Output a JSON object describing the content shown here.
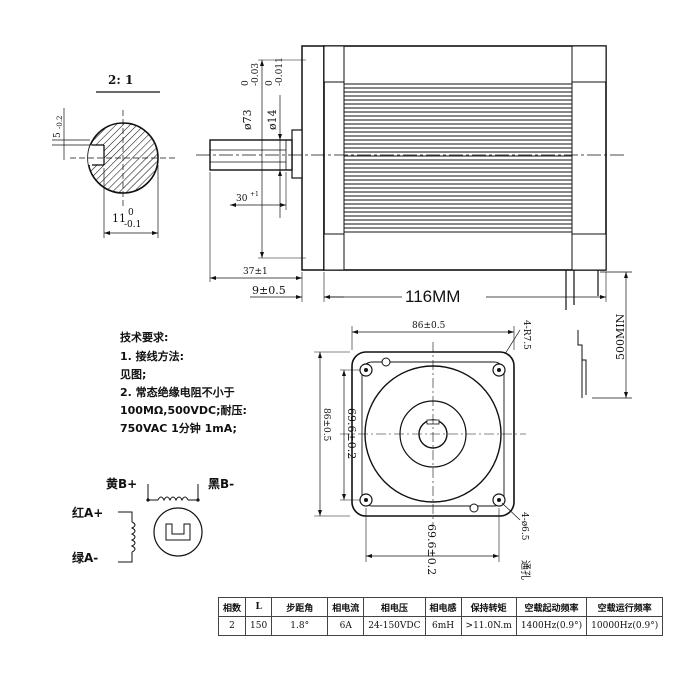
{
  "detail": {
    "scale": "2: 1",
    "keyway_depth": "5",
    "keyway_depth_tol": "-0.2",
    "width_nominal": "11",
    "width_tol_upper": "0",
    "width_tol_lower": "-0.1"
  },
  "side_view": {
    "dia_body": "ø73",
    "dia_body_tol_upper": "0",
    "dia_body_tol_lower": "-0.03",
    "dia_shaft": "ø14",
    "dia_shaft_tol_upper": "0",
    "dia_shaft_tol_lower": "-0.011",
    "flat_len": "30",
    "flat_len_tol": "+1",
    "shaft_len": "37±1",
    "pilot_len": "9±0.5",
    "body_len": "116MM",
    "lead_len": "500MIN"
  },
  "front_view": {
    "width": "86±0.5",
    "height": "86±0.5",
    "corner_radius": "4-R7.5",
    "hole_spacing_v": "69.6±0.2",
    "hole_spacing_h": "69.6±0.2",
    "holes": "4-ø6.5",
    "extra_mark": "通孔"
  },
  "tech_notes": {
    "title": "技术要求:",
    "lines": [
      "1. 接线方法:",
      "见图;",
      "2. 常态绝缘电阻不小于",
      "100MΩ,500VDC;耐压:",
      "750VAC 1分钟 1mA;"
    ]
  },
  "wiring": {
    "b_plus": "黄B+",
    "b_minus": "黑B-",
    "a_plus": "红A+",
    "a_minus": "绿A-"
  },
  "spec_table": {
    "headers": [
      "相数",
      "L",
      "步距角",
      "相电流",
      "相电压",
      "相电感",
      "保持转矩",
      "空载起动频率",
      "空载运行频率"
    ],
    "row": [
      "2",
      "150",
      "1.8°",
      "6A",
      "24-150VDC",
      "6mH",
      ">11.0N.m",
      "1400Hz(0.9°)",
      "10000Hz(0.9°)"
    ]
  }
}
